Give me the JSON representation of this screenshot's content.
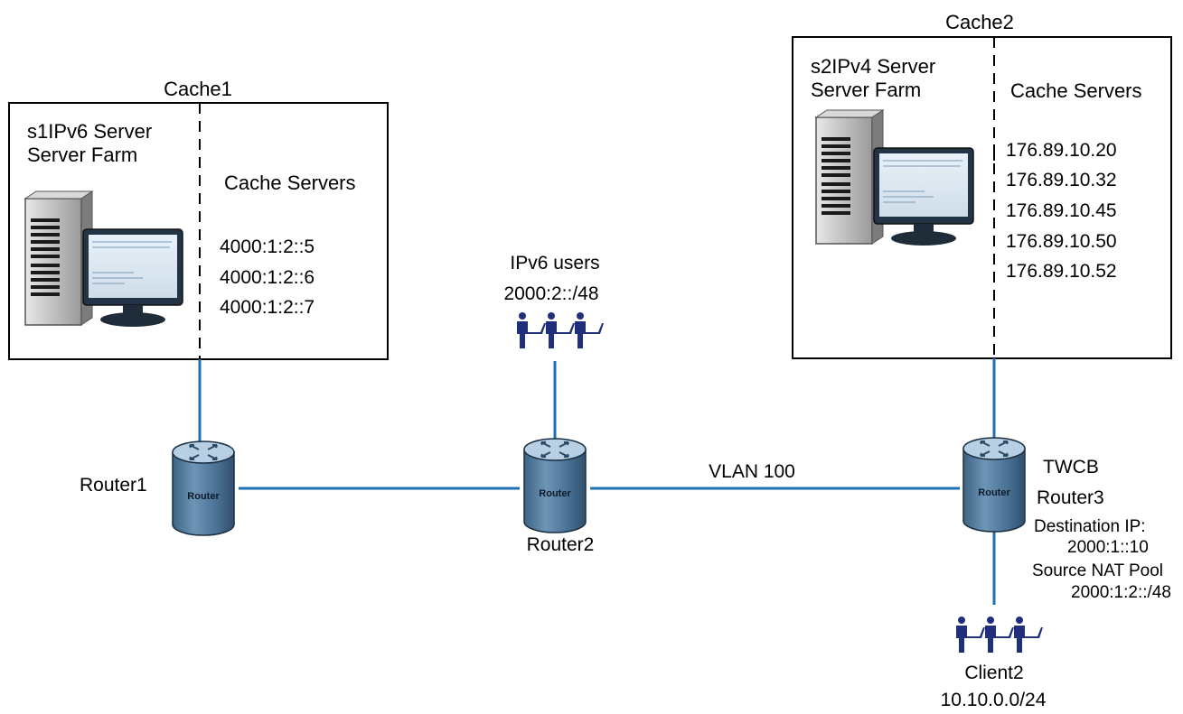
{
  "cache1": {
    "title": "Cache1",
    "farm_line1": "s1IPv6 Server",
    "farm_line2": "Server Farm",
    "servers_header": "Cache Servers",
    "servers": [
      "4000:1:2::5",
      "4000:1:2::6",
      "4000:1:2::7"
    ]
  },
  "cache2": {
    "title": "Cache2",
    "farm_line1": "s2IPv4 Server",
    "farm_line2": "Server Farm",
    "servers_header": "Cache Servers",
    "servers": [
      "176.89.10.20",
      "176.89.10.32",
      "176.89.10.45",
      "176.89.10.50",
      "176.89.10.52"
    ]
  },
  "ipv6_users": {
    "title": "IPv6 users",
    "prefix": "2000:2::/48"
  },
  "router1": {
    "label": "Router1",
    "badge": "Router"
  },
  "router2": {
    "label": "Router2",
    "badge": "Router"
  },
  "router3": {
    "label_twcb": "TWCB",
    "label": "Router3",
    "badge": "Router",
    "dest_label": "Destination IP:",
    "dest_value": "2000:1::10",
    "nat_label": "Source NAT Pool",
    "nat_value": "2000:1:2::/48"
  },
  "link_r2_r3": {
    "label": "VLAN 100"
  },
  "client2": {
    "title": "Client2",
    "prefix": "10.10.0.0/24"
  },
  "colors": {
    "link": "#1f6fb5",
    "router_top": "#a9c6dc",
    "router_body": "#4b7396",
    "user": "#1f2f7a"
  }
}
